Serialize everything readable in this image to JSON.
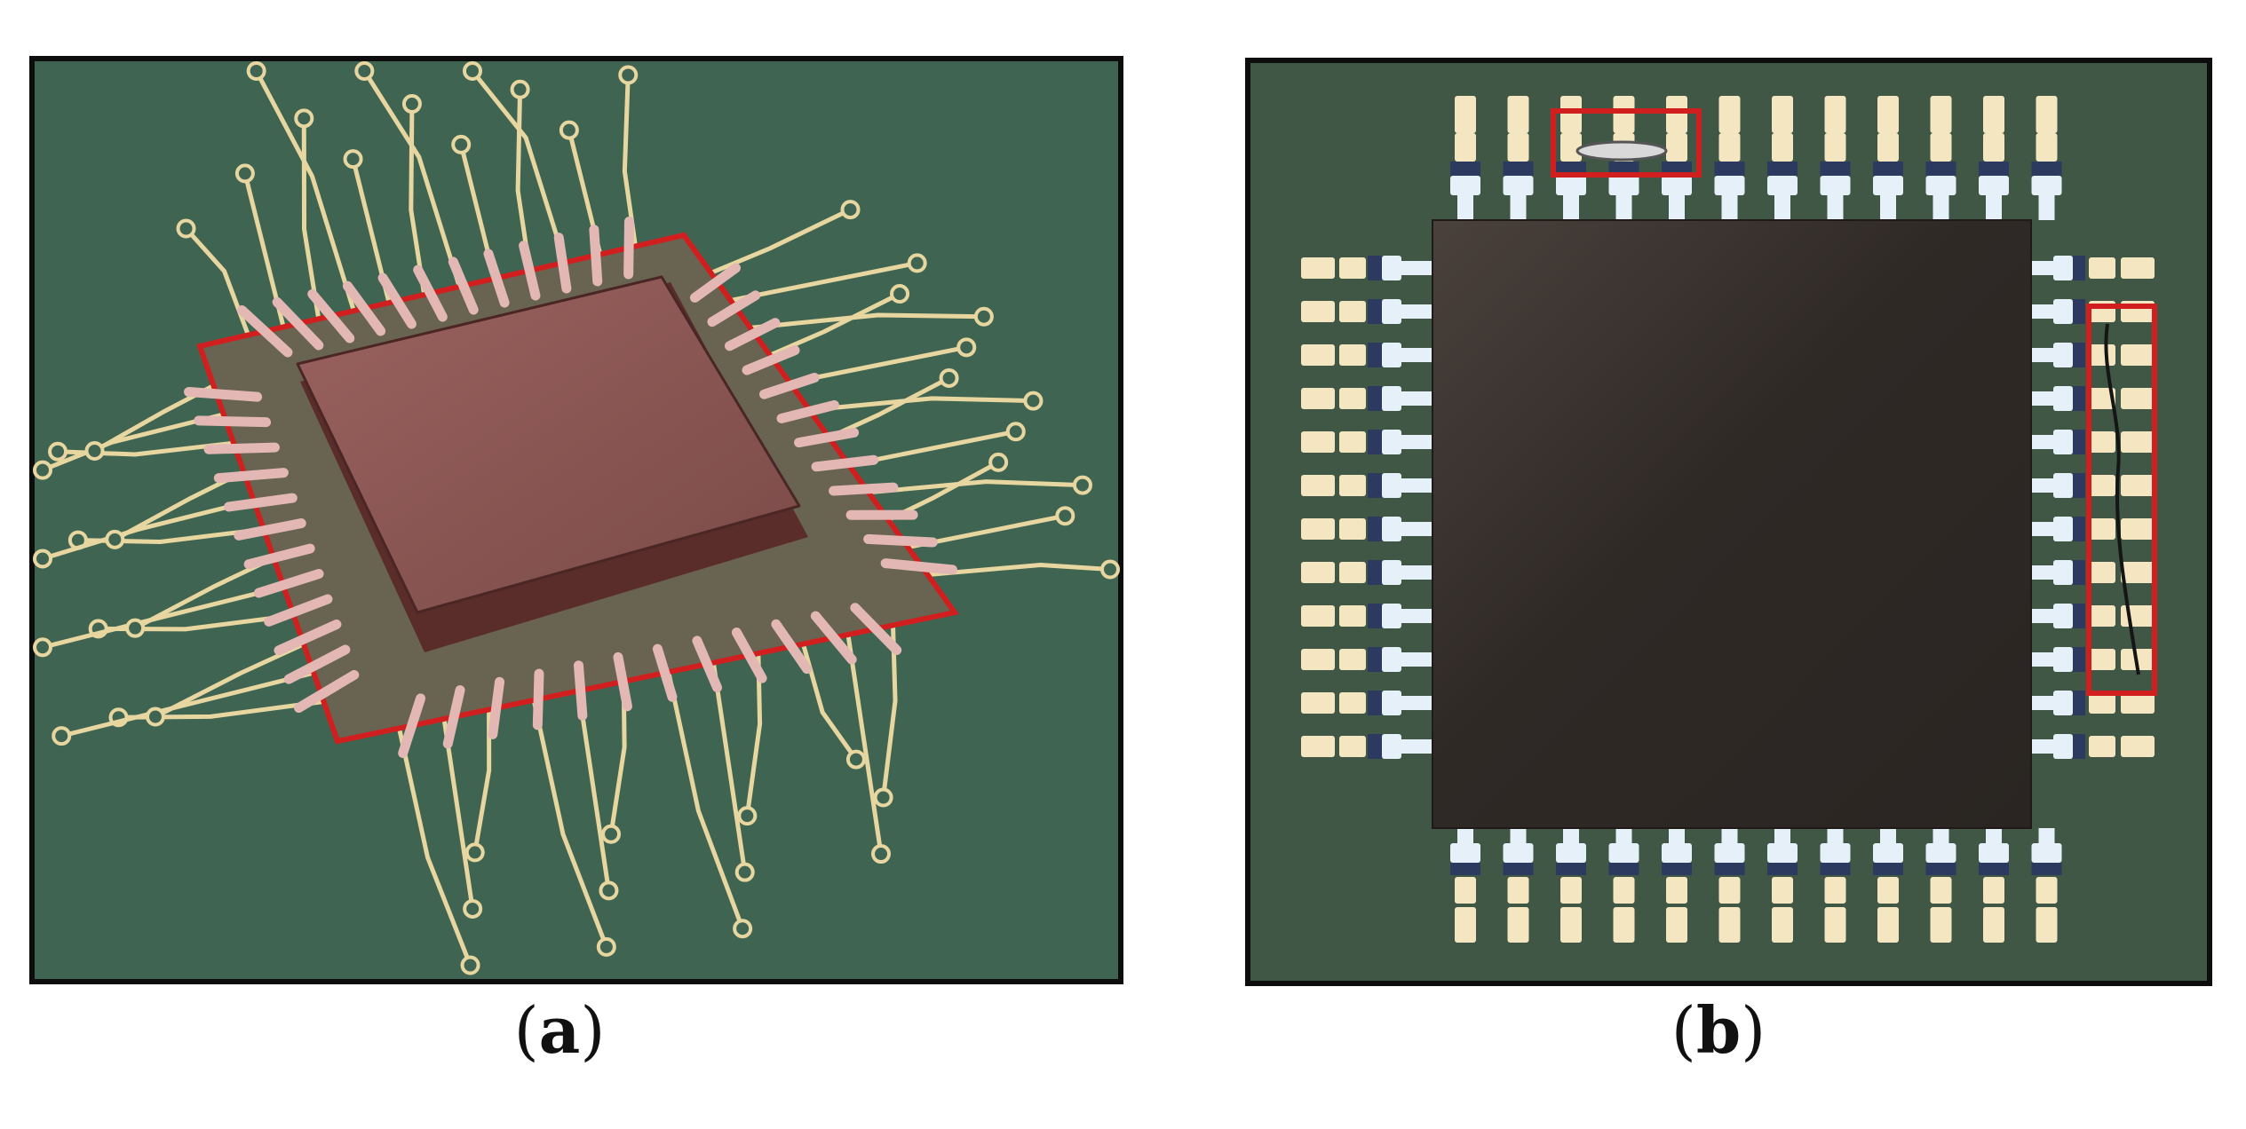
{
  "figure": {
    "panels": [
      {
        "id": "a",
        "caption_open": "(",
        "caption_letter": "a",
        "caption_close": ")"
      },
      {
        "id": "b",
        "caption_open": "(",
        "caption_letter": "b",
        "caption_close": ")"
      }
    ],
    "colors": {
      "board_green": "#3f6552",
      "board_green_dark": "#3f5744",
      "trace_gold": "#e8d6a0",
      "chip_mauve": "#85524f",
      "chip_dark": "#2f2926",
      "highlight_red": "#d11f1f",
      "pad_cream": "#f5e6c2",
      "lead_white": "#e6f0f8",
      "lead_navy": "#2b3a5e",
      "frame_black": "#0d0d0d"
    },
    "panel_b": {
      "pins_per_side": 12,
      "defect_regions": [
        "top-solder-bridge",
        "right-scratch"
      ]
    }
  }
}
